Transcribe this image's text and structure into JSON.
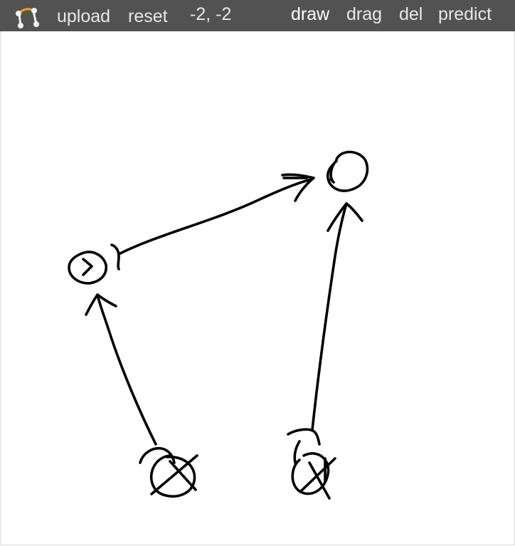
{
  "toolbar": {
    "logo_icon": "graph-nodes-logo-icon",
    "buttons": {
      "upload": "upload",
      "reset": "reset",
      "draw": "draw",
      "drag": "drag",
      "del": "del",
      "predict": "predict"
    },
    "coordinates": "-2, -2",
    "active_mode": "draw",
    "colors": {
      "bar": "#525252",
      "text": "#e8e8e8",
      "active_text": "#ffffff",
      "logo_accent": "#f0a020"
    }
  },
  "canvas": {
    "content": "hand-drawn sketch: two crossed-circle nodes with arrows to two circle nodes, and an arrow between the circle nodes",
    "stroke_color": "#000000",
    "background": "#ffffff"
  }
}
